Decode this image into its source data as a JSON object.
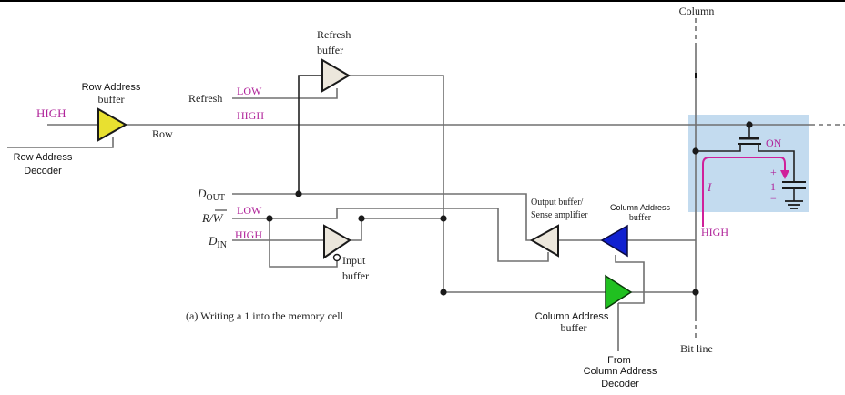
{
  "figure": {
    "caption": "(a) Writing a 1 into the memory cell",
    "colors": {
      "signal_text": "#b0249a",
      "current_arrow": "#d0209a",
      "cell_highlight": "#c3dbef",
      "row_address_buffer": "#e8e030",
      "column_address_buffer_read": "#1020d0",
      "column_address_buffer_write": "#20c020",
      "buffer_neutral": "#ece7dc"
    }
  },
  "labels": {
    "row_address_buffer": [
      "Row Address",
      "buffer"
    ],
    "row_address_decoder": [
      "Row Address",
      "Decoder"
    ],
    "row": "Row",
    "refresh_buffer": [
      "Refresh",
      "buffer"
    ],
    "refresh": "Refresh",
    "d_out": {
      "main": "D",
      "sub": "OUT"
    },
    "r_w": {
      "main": "R/",
      "overbar": "W"
    },
    "d_in": {
      "main": "D",
      "sub": "IN"
    },
    "input_buffer": [
      "Input",
      "buffer"
    ],
    "output_buffer": [
      "Output buffer/",
      "Sense amplifier"
    ],
    "column_address_buffer_top": [
      "Column Address",
      "buffer"
    ],
    "column_address_buffer_bottom": [
      "Column Address",
      "buffer"
    ],
    "from_column_decoder": [
      "From",
      "Column Address",
      "Decoder"
    ],
    "column": "Column",
    "bit_line": "Bit line",
    "on": "ON",
    "current": "I",
    "cap_plus": "+",
    "cap_value": "1",
    "cap_minus": "−"
  },
  "signals": {
    "row_input": "HIGH",
    "refresh": "LOW",
    "row_line": "HIGH",
    "r_w": "LOW",
    "d_in": "HIGH",
    "bit_line": "HIGH"
  }
}
